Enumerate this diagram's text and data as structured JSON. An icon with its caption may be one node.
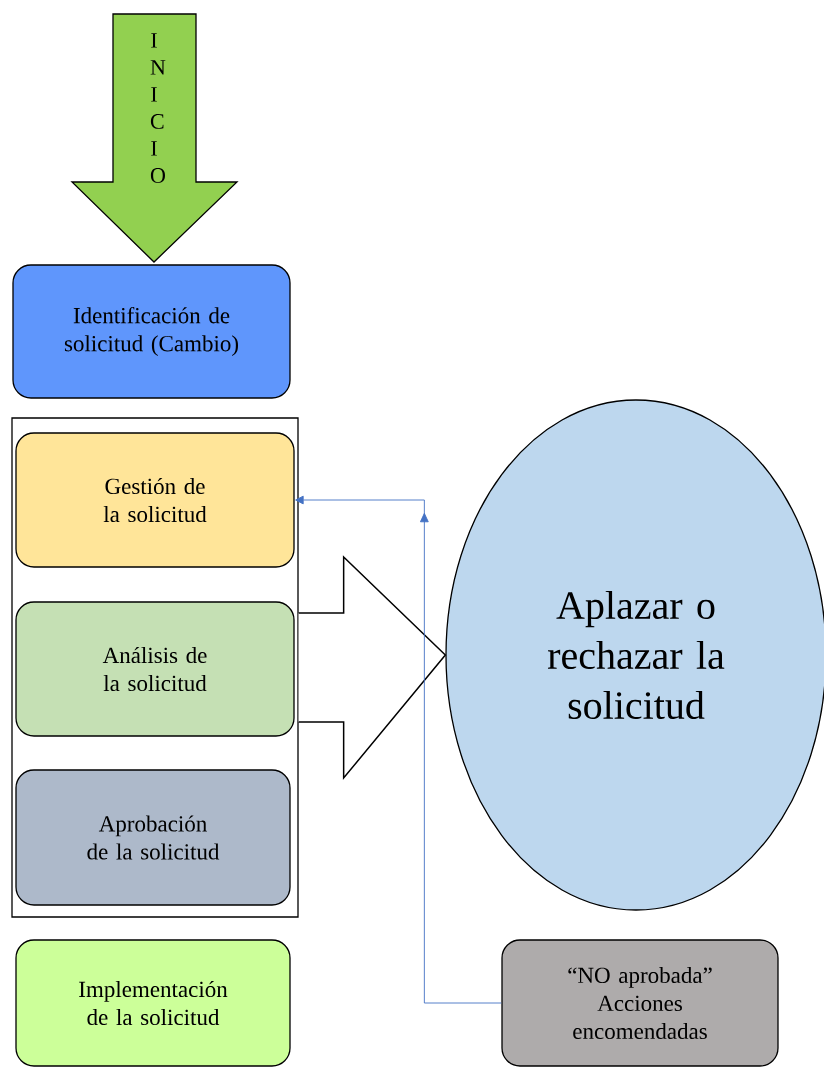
{
  "diagram": {
    "nodes": [
      {
        "text": [
          "I N I C I O"
        ]
      },
      {
        "text": [
          "Identificación de solicitud (Cambio)"
        ]
      },
      {
        "text": [],
        "shape": "box"
      },
      {
        "text": [
          "Gestión de la solicitud"
        ],
        "in": 2
      },
      {
        "text": [
          "Análisis de la solicitud"
        ],
        "in": 2
      },
      {
        "text": [
          "Aprobación de la solicitud"
        ],
        "in": 2
      },
      {
        "text": [
          "Implementación de la solicitud"
        ]
      },
      {
        "text": [
          "Aplazar o rechazar la solicitud"
        ]
      },
      {
        "text": [
          "“NO aprobada” Acciones encomendadas"
        ]
      }
    ],
    "edges": [
      {
        "from": 2,
        "to": 7,
        "arrow": "to",
        "style": "thick"
      },
      {
        "from": 8,
        "to": 3,
        "arrow": "to",
        "color": "#4472c4"
      }
    ]
  }
}
